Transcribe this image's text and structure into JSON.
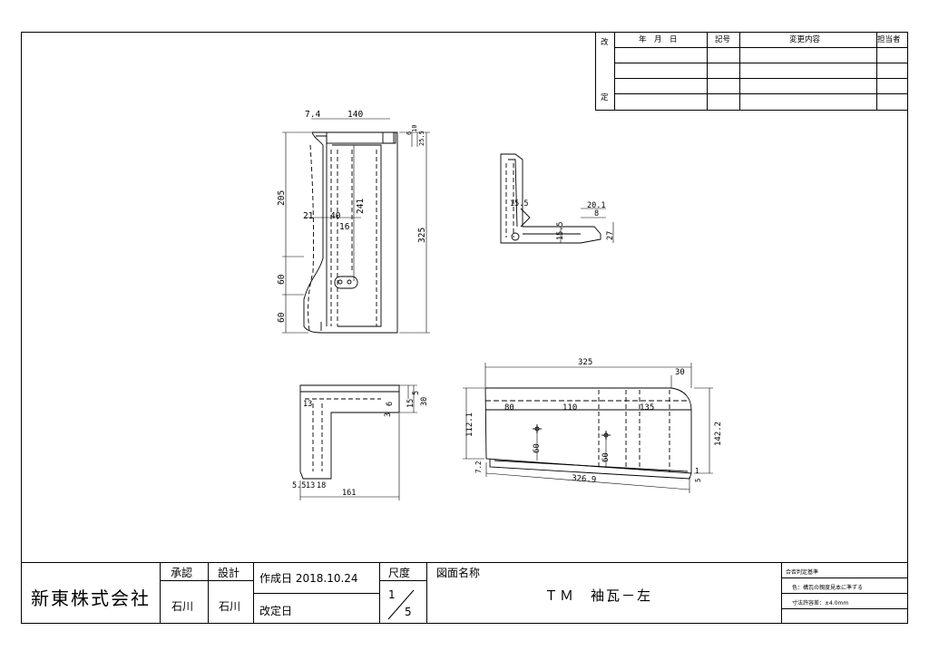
{
  "revision_table": {
    "side_top": "改",
    "side_bottom": "定",
    "headers": [
      "年　月　日",
      "記号",
      "変更内容",
      "担当者"
    ]
  },
  "dimensions": {
    "front": [
      "7.4",
      "140",
      "6",
      "10",
      "25.5",
      "205",
      "21",
      "40",
      "16",
      "241",
      "325",
      "60",
      "60"
    ],
    "side": [
      "15.5",
      "20.1",
      "8",
      "15.5",
      "27"
    ],
    "top": [
      "13",
      "15",
      "5",
      "30",
      "3",
      "6",
      "5.5",
      "13",
      "18",
      "161"
    ],
    "bottom": [
      "325",
      "30",
      "80",
      "110",
      "135",
      "112.1",
      "60",
      "60",
      "142.2",
      "7.2",
      "326.9",
      "1",
      "5"
    ]
  },
  "title_block": {
    "company": "新東株式会社",
    "approve_label": "承認",
    "approve_name": "石川",
    "design_label": "設計",
    "design_name": "石川",
    "created_label": "作成日",
    "created_date": "2018.10.24",
    "revised_label": "改定日",
    "scale_label": "尺度",
    "scale_num": "1",
    "scale_den": "5",
    "drawing_name_label": "図面名称",
    "drawing_name": "ＴＭ　袖瓦－左",
    "criteria_title": "合否判定基準",
    "criteria_color": "色：構瓦の親度見本に準ずる",
    "criteria_tolerance": "寸法許容差：±4.0mm"
  }
}
